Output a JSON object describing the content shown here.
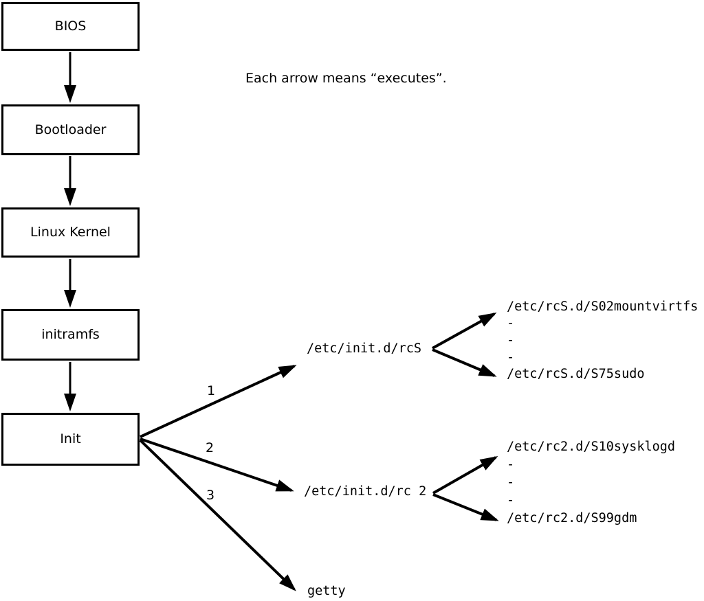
{
  "annotation": "Each arrow means “executes”.",
  "colors": {
    "ink": "#000000",
    "background": "#ffffff",
    "box_fill": "#ffffff"
  },
  "chain": [
    {
      "label": "BIOS"
    },
    {
      "label": "Bootloader"
    },
    {
      "label": "Linux Kernel"
    },
    {
      "label": "initramfs"
    },
    {
      "label": "Init"
    }
  ],
  "chain_edges": [
    "BIOS -> Bootloader",
    "Bootloader -> Linux Kernel",
    "Linux Kernel -> initramfs",
    "initramfs -> Init"
  ],
  "branches": [
    {
      "number": "1",
      "target": "/etc/init.d/rcS",
      "children": [
        "/etc/rcS.d/S02mountvirtfs",
        "-",
        "-",
        "-",
        "/etc/rcS.d/S75sudo"
      ]
    },
    {
      "number": "2",
      "target": "/etc/init.d/rc 2",
      "children": [
        "/etc/rc2.d/S10sysklogd",
        "-",
        "-",
        "-",
        "/etc/rc2.d/S99gdm"
      ]
    },
    {
      "number": "3",
      "target": "getty",
      "children": []
    }
  ]
}
